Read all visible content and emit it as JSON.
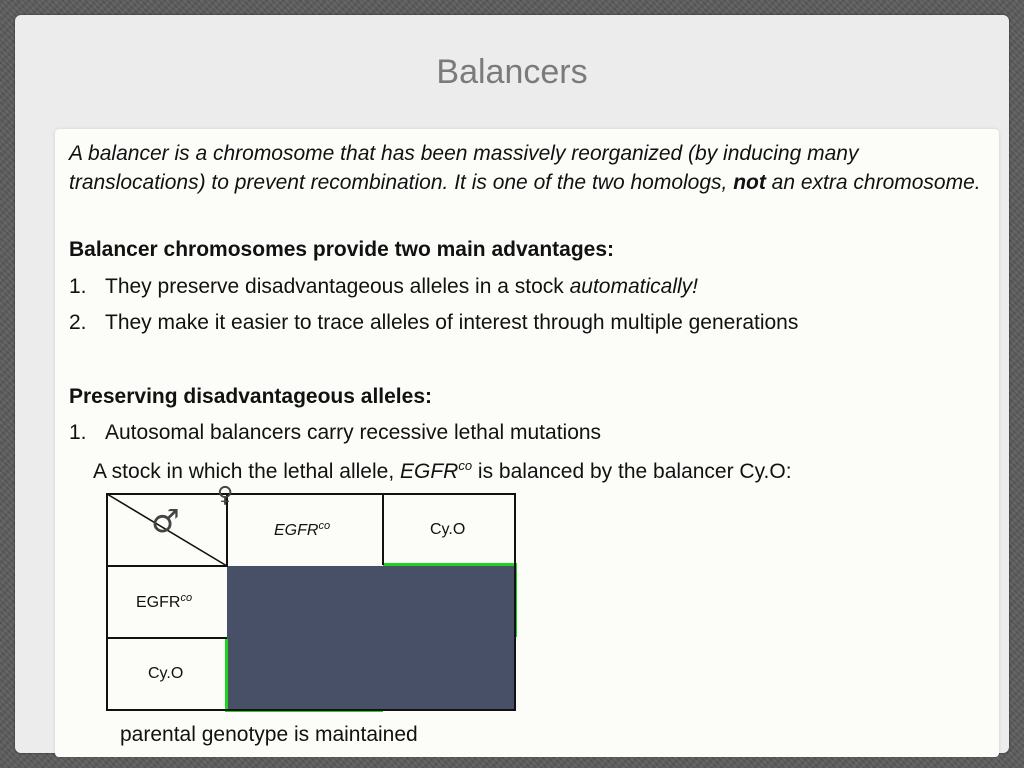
{
  "slide": {
    "title": "Balancers",
    "intro": {
      "part1": "A balancer is a chromosome that has been massively reorganized (by inducing many translocations) to prevent recombination.  It is one of the two homologs, ",
      "bold": "not",
      "part2": " an extra chromosome."
    },
    "advantages_heading": "Balancer chromosomes provide two main advantages:",
    "advantages": [
      {
        "num": "1.",
        "text": "They preserve disadvantageous alleles in a stock ",
        "italic": "automatically!"
      },
      {
        "num": "2.",
        "text": "They make it easier to trace alleles of interest through multiple generations"
      }
    ],
    "preserving_heading": "Preserving disadvantageous alleles:",
    "preserving_item": {
      "num": "1.",
      "text": "Autosomal balancers carry recessive lethal mutations"
    },
    "stock_sentence": {
      "before": "A stock in which the lethal allele, ",
      "allele": "EGFR",
      "allele_sup": "co",
      "after": " is balanced by the balancer Cy.O:"
    },
    "punnett": {
      "female_symbol": "♀",
      "male_symbol": "♂",
      "columns": [
        {
          "name": "EGFR",
          "sup": "co"
        },
        {
          "name": "Cy.O",
          "sup": ""
        }
      ],
      "rows": [
        {
          "name": "EGFR",
          "sup": "co"
        },
        {
          "name": "Cy.O",
          "sup": ""
        }
      ],
      "fill_color": "#475066",
      "highlight_color": "#1fd21f"
    },
    "caption": "parental genotype is maintained"
  }
}
